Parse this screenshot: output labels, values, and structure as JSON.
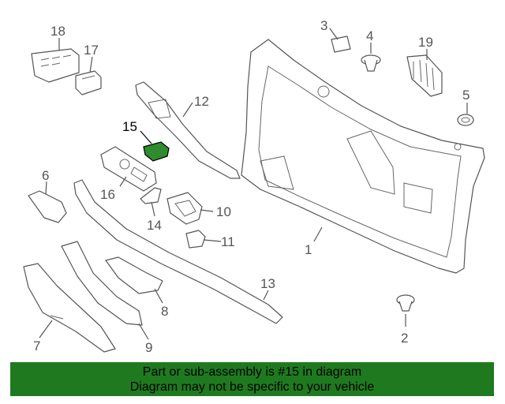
{
  "diagram": {
    "highlight_color": "#2e8b2e",
    "banner_color": "#1f7a1f",
    "callouts": {
      "c1": "1",
      "c2": "2",
      "c3": "3",
      "c4": "4",
      "c5": "5",
      "c6": "6",
      "c7": "7",
      "c8": "8",
      "c9": "9",
      "c10": "10",
      "c11": "11",
      "c12": "12",
      "c13": "13",
      "c14": "14",
      "c15": "15",
      "c16": "16",
      "c17": "17",
      "c18": "18",
      "c19": "19"
    },
    "highlighted_part": "15"
  },
  "banner": {
    "line1": "Part or sub-assembly is #15 in diagram",
    "line2": "Diagram may not be specific to your vehicle"
  }
}
